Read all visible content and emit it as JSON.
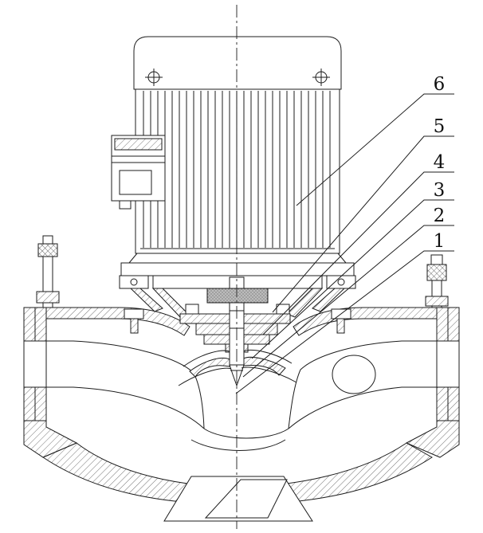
{
  "figure": {
    "background_color": "#ffffff",
    "line_color": "#1c1c1c"
  },
  "callouts": [
    {
      "label": "6"
    },
    {
      "label": "5"
    },
    {
      "label": "4"
    },
    {
      "label": "3"
    },
    {
      "label": "2"
    },
    {
      "label": "1"
    }
  ]
}
